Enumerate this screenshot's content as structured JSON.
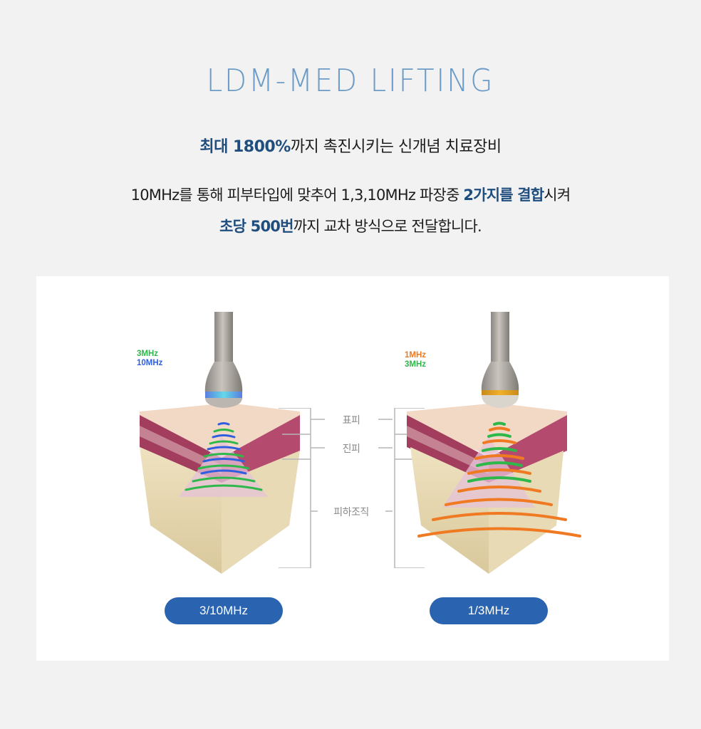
{
  "header": {
    "title": "LDM-MED LIFTING"
  },
  "lead": {
    "highlight": "최대 1800%",
    "text": "까지 촉진시키는 신개념 치료장비"
  },
  "description": {
    "line1_pre": "10MHz를 통해 피부타입에 맞추어 1,3,10MHz 파장중 ",
    "line1_highlight": "2가지를 결합",
    "line1_post": "시켜",
    "line2_highlight": "초당 500번",
    "line2_post": "까지 교차 방식으로 전달합니다."
  },
  "colors": {
    "title": "#6b9bc6",
    "highlight": "#1f4e7e",
    "pill": "#2a63b0",
    "green_wave": "#2fb84a",
    "blue_wave": "#2f5fe0",
    "orange_wave": "#f07a22",
    "label_gray": "#8a8a8a"
  },
  "diagram": {
    "layer_labels": [
      "표피",
      "진피",
      "피하조직"
    ],
    "left": {
      "legend": [
        {
          "label": "3MHz",
          "color": "#2fb84a"
        },
        {
          "label": "10MHz",
          "color": "#2f5fe0"
        }
      ],
      "caption": "3/10MHz"
    },
    "right": {
      "legend": [
        {
          "label": "1MHz",
          "color": "#f07a22"
        },
        {
          "label": "3MHz",
          "color": "#2fb84a"
        }
      ],
      "caption": "1/3MHz"
    }
  }
}
